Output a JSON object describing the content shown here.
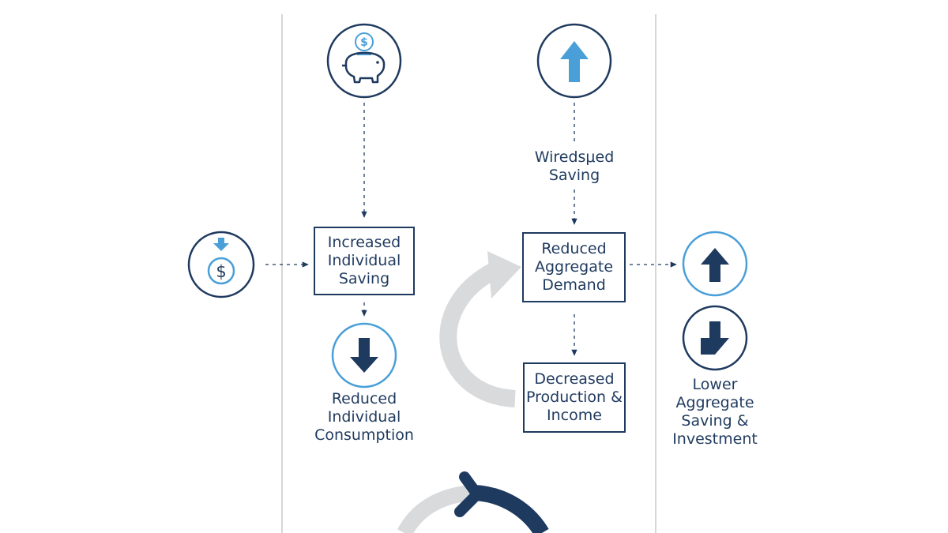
{
  "nodes": {
    "wiredsmed_saving": {
      "line1": "Wiredsμed",
      "line2": "Saving"
    },
    "increased_saving": {
      "line1": "Increased",
      "line2": "Individual",
      "line3": "Saving"
    },
    "reduced_demand": {
      "line1": "Reduced",
      "line2": "Aggregate",
      "line3": "Demand"
    },
    "reduced_consumption": {
      "line1": "Reduced",
      "line2": "Individual",
      "line3": "Consumption"
    },
    "decreased_production": {
      "line1": "Decreased",
      "line2": "Production &",
      "line3": "Income"
    },
    "lower_saving": {
      "line1": "Lower",
      "line2": "Aggregate",
      "line3": "Saving &",
      "line4": "Investment"
    }
  },
  "colors": {
    "navy": "#1f3a5f",
    "accent": "#4a9fd8",
    "grey": "#d9dadb",
    "divider": "#c8c8c8"
  },
  "icons": {
    "piggy": "piggy-bank-dollar-icon",
    "up_light": "arrow-up-icon",
    "coin_down": "dollar-coin-down-icon",
    "down": "arrow-down-icon",
    "up_navy": "arrow-up-icon",
    "cycle": "circular-arrow-icon"
  }
}
